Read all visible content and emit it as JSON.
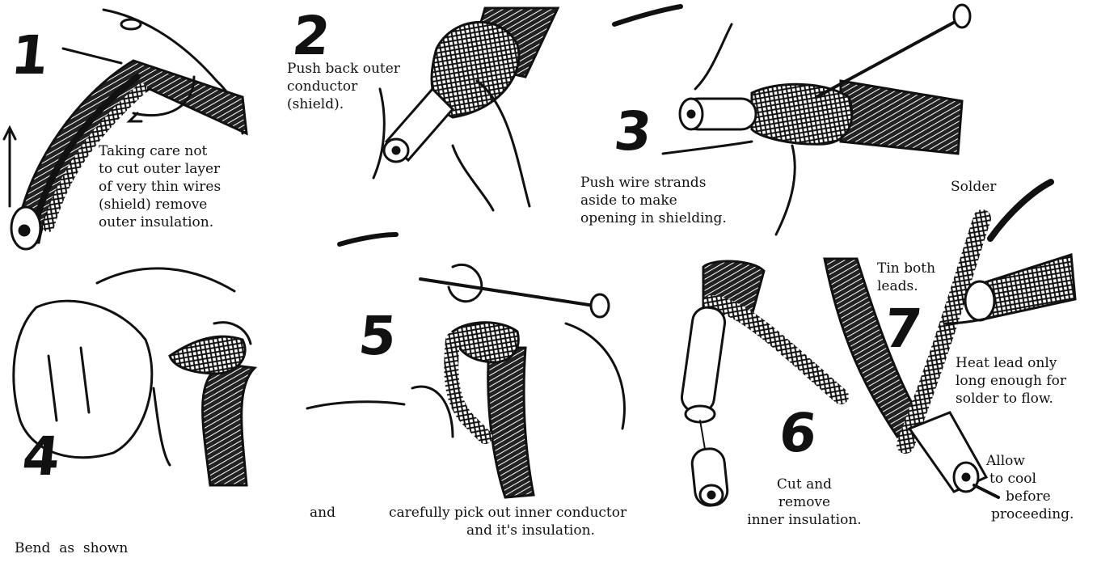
{
  "steps": [
    {
      "number": "1",
      "lines": [
        "Taking care not",
        "to cut outer layer",
        "of very thin wires",
        "(shield) remove",
        "outer insulation."
      ]
    },
    {
      "number": "2",
      "lines": [
        "Push back outer",
        "conductor",
        "(shield)."
      ]
    },
    {
      "number": "3",
      "lines": [
        "Push wire strands",
        "aside to make",
        "opening in shielding."
      ]
    },
    {
      "number": "4",
      "lines": [
        "Bend  as  shown"
      ]
    },
    {
      "number": "5",
      "lines": [
        "and",
        "carefully pick out inner conductor",
        "and it's insulation."
      ]
    },
    {
      "number": "6",
      "lines": [
        "Cut and",
        "remove",
        "inner insulation."
      ]
    },
    {
      "number": "7",
      "lines": [
        "Tin both",
        "leads.",
        "Heat lead only",
        "long enough for",
        "solder to flow.",
        "Allow",
        "to cool",
        "before",
        "proceeding."
      ],
      "label": "Solder"
    }
  ],
  "colors": {
    "ink": "#111111",
    "paper": "#ffffff",
    "braid": "#2a2a2a"
  }
}
